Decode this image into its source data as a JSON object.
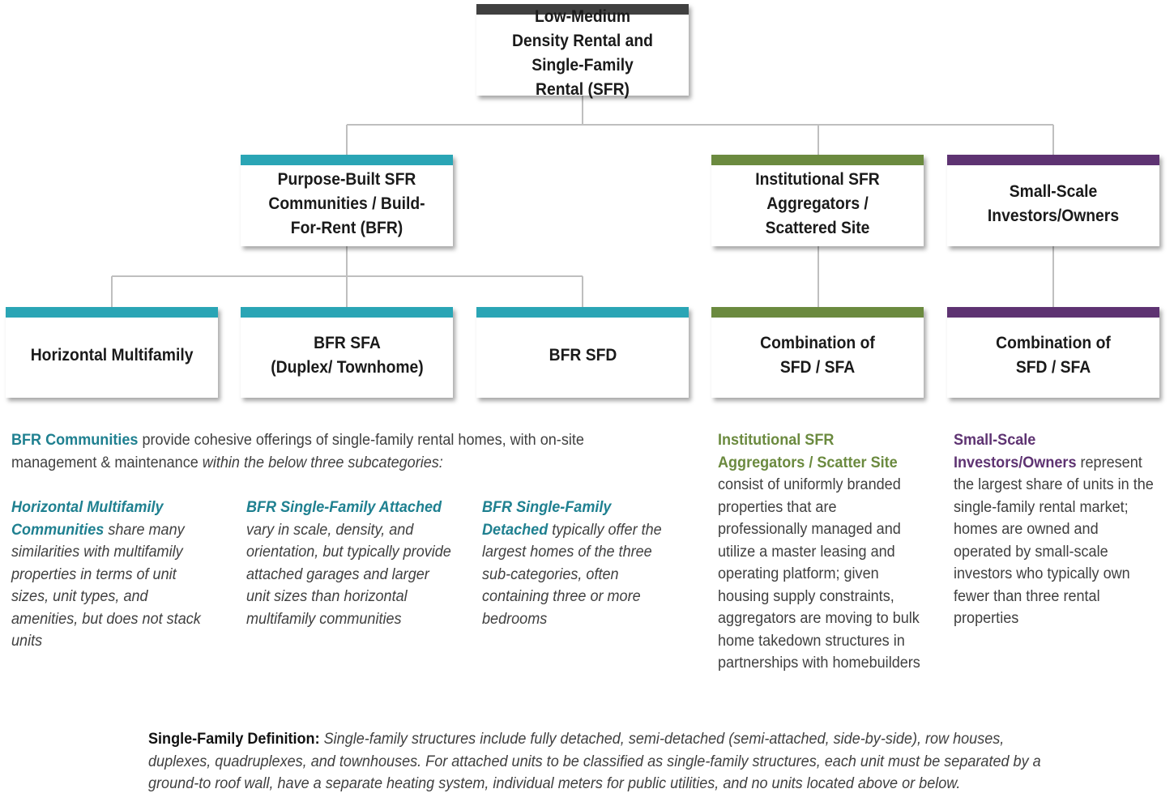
{
  "colors": {
    "root_bar": "#404040",
    "teal": "#2aa5b5",
    "green": "#6b8a3f",
    "purple": "#5e3372",
    "connector": "#bfbfbf"
  },
  "root": {
    "label": "Low-Medium Density Rental and Single-Family Rental (SFR)"
  },
  "level2": {
    "bfr": "Purpose-Built SFR Communities / Build-For-Rent (BFR)",
    "institutional": "Institutional SFR Aggregators / Scattered Site",
    "small_scale": "Small-Scale Investors/Owners"
  },
  "level3": {
    "horizontal_mf": "Horizontal Multifamily",
    "bfr_sfa_line1": "BFR SFA",
    "bfr_sfa_line2": "(Duplex/ Townhome)",
    "bfr_sfd": "BFR SFD",
    "inst_combo_line1": "Combination of",
    "inst_combo_line2": "SFD / SFA",
    "small_combo_line1": "Combination of",
    "small_combo_line2": "SFD / SFA"
  },
  "descriptions": {
    "bfr_intro": {
      "title": "BFR Communities",
      "text": " provide cohesive offerings of single-family rental homes, with on-site management & maintenance ",
      "italic": "within the below three subcategories:"
    },
    "horizontal": {
      "title": "Horizontal Multifamily Communities",
      "text": " share many similarities with multifamily properties in terms of unit sizes, unit types, and amenities, but does not stack units"
    },
    "sfa": {
      "title": "BFR Single-Family Attached",
      "text": " vary in scale, density, and orientation, but typically provide attached garages and larger unit sizes than horizontal multifamily communities"
    },
    "sfd": {
      "title": "BFR Single-Family Detached",
      "text": " typically offer the largest homes of the three sub-categories, often containing three or more bedrooms"
    },
    "institutional": {
      "title": "Institutional SFR Aggregators / Scatter Site",
      "text": " consist of uniformly branded properties that are professionally managed and utilize a master leasing and operating platform; given housing supply constraints, aggregators are moving to bulk home takedown structures in partnerships with homebuilders"
    },
    "small_scale": {
      "title": "Small-Scale Investors/Owners",
      "text": " represent the largest share of units in the single-family rental market; homes are owned and operated by small-scale investors who typically own fewer than three rental properties"
    }
  },
  "definition": {
    "label": "Single-Family Definition:",
    "text": " Single-family structures include fully detached, semi-detached (semi-attached, side-by-side), row houses, duplexes, quadruplexes, and townhouses. For attached units to be classified as single-family structures, each unit must be separated by a ground-to roof wall, have a separate heating system, individual meters for public utilities, and no units located above or below."
  }
}
